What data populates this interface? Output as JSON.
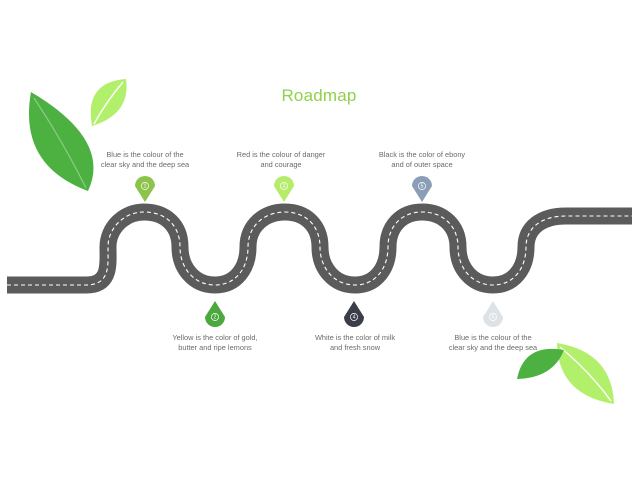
{
  "title": "Roadmap",
  "milestones": [
    {
      "number": "1",
      "color": "#8cc34a",
      "lines": [
        "Blue is the colour of the",
        "clear sky and the deep sea"
      ]
    },
    {
      "number": "2",
      "color": "#4aa83f",
      "lines": [
        "Yellow is the color of gold,",
        "butter and ripe lemons"
      ]
    },
    {
      "number": "3",
      "color": "#b5ec6a",
      "lines": [
        "Red is the colour of danger",
        "and courage"
      ]
    },
    {
      "number": "4",
      "color": "#3a3e48",
      "lines": [
        "White is the color of milk",
        "and fresh snow"
      ]
    },
    {
      "number": "5",
      "color": "#8a9fb6",
      "lines": [
        "Black is the color of ebony",
        "and of outer space"
      ]
    },
    {
      "number": "6",
      "color": "#dde2e7",
      "lines": [
        "Blue is the colour of the",
        "clear sky and the deep sea"
      ]
    }
  ],
  "colors": {
    "road": "#5b5b5b",
    "road_marking": "#ffffff",
    "leaf_dark": "#4db142",
    "leaf_light": "#b2f06c"
  }
}
